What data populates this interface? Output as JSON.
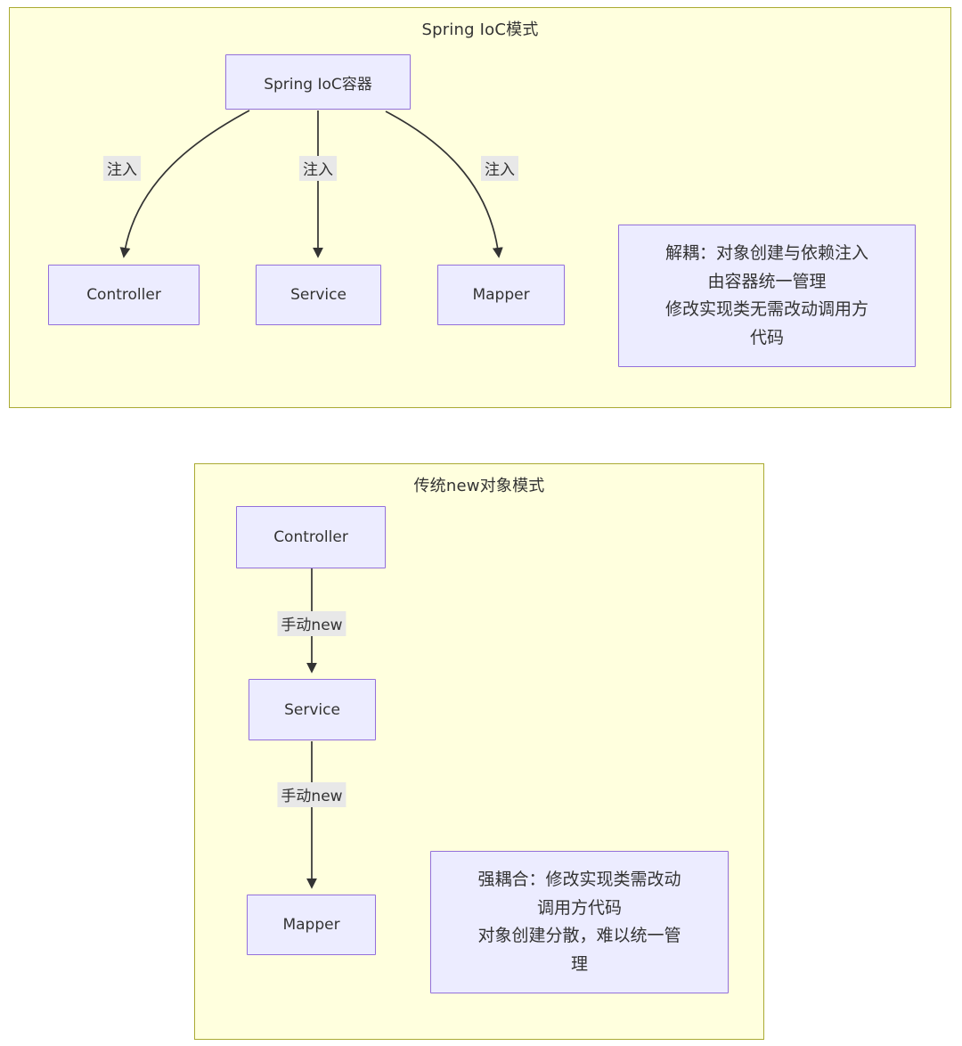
{
  "colors": {
    "canvas_background": "#ffffff",
    "panel_fill": "#ffffde",
    "panel_border": "#aaaa33",
    "node_fill": "#ececff",
    "node_border": "#9370db",
    "edge_stroke": "#333333",
    "edge_label_background": "#e8e8e8",
    "text": "#333333"
  },
  "ioc_panel": {
    "title": "Spring IoC模式",
    "container_label": "Spring IoC容器",
    "controller_label": "Controller",
    "service_label": "Service",
    "mapper_label": "Mapper",
    "edge_labels": {
      "to_controller": "注入",
      "to_service": "注入",
      "to_mapper": "注入"
    },
    "note": {
      "line1": "解耦：对象创建与依赖注入",
      "line2": "由容器统一管理",
      "line3": "修改实现类无需改动调用方",
      "line4": "代码"
    }
  },
  "traditional_panel": {
    "title": "传统new对象模式",
    "controller_label": "Controller",
    "service_label": "Service",
    "mapper_label": "Mapper",
    "edge_labels": {
      "controller_to_service": "手动new",
      "service_to_mapper": "手动new"
    },
    "note": {
      "line1": "强耦合：修改实现类需改动",
      "line2": "调用方代码",
      "line3": "对象创建分散，难以统一管",
      "line4": "理"
    }
  }
}
